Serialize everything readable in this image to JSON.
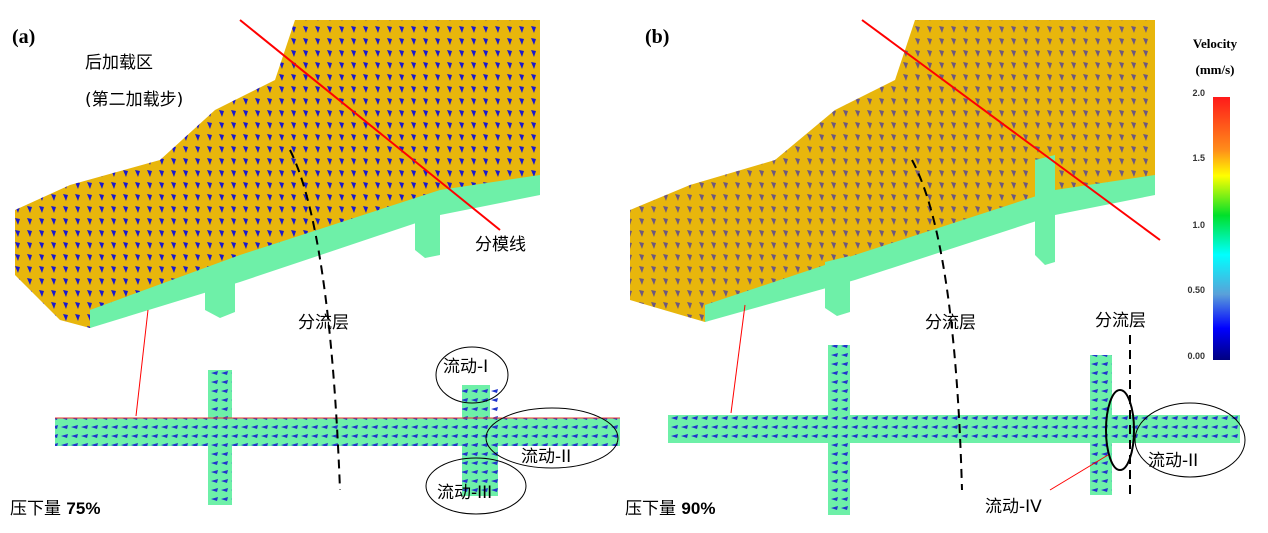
{
  "panels": [
    {
      "label": "(a)",
      "zone_label": "后加载区",
      "step_label": "(第二加载步)",
      "parting_line": "分模线",
      "split_layer": "分流层",
      "flows": [
        "流动-I",
        "流动-II",
        "流动-III"
      ],
      "reduction_label": "压下量",
      "reduction_value": "75%"
    },
    {
      "label": "(b)",
      "split_layer": "分流层",
      "split_layer_2": "分流层",
      "flows": [
        "流动-IV",
        "流动-II"
      ],
      "reduction_label": "压下量",
      "reduction_value": "90%"
    }
  ],
  "legend": {
    "title": "Velocity",
    "unit": "(mm/s)",
    "ticks": [
      "2.0",
      "1.5",
      "1.0",
      "0.50",
      "0.00"
    ],
    "colors": [
      "#ff1a1a",
      "#ff8c1a",
      "#ffff00",
      "#00e02a",
      "#00ffff",
      "#4a8ad9",
      "#0000ff",
      "#000080"
    ]
  }
}
